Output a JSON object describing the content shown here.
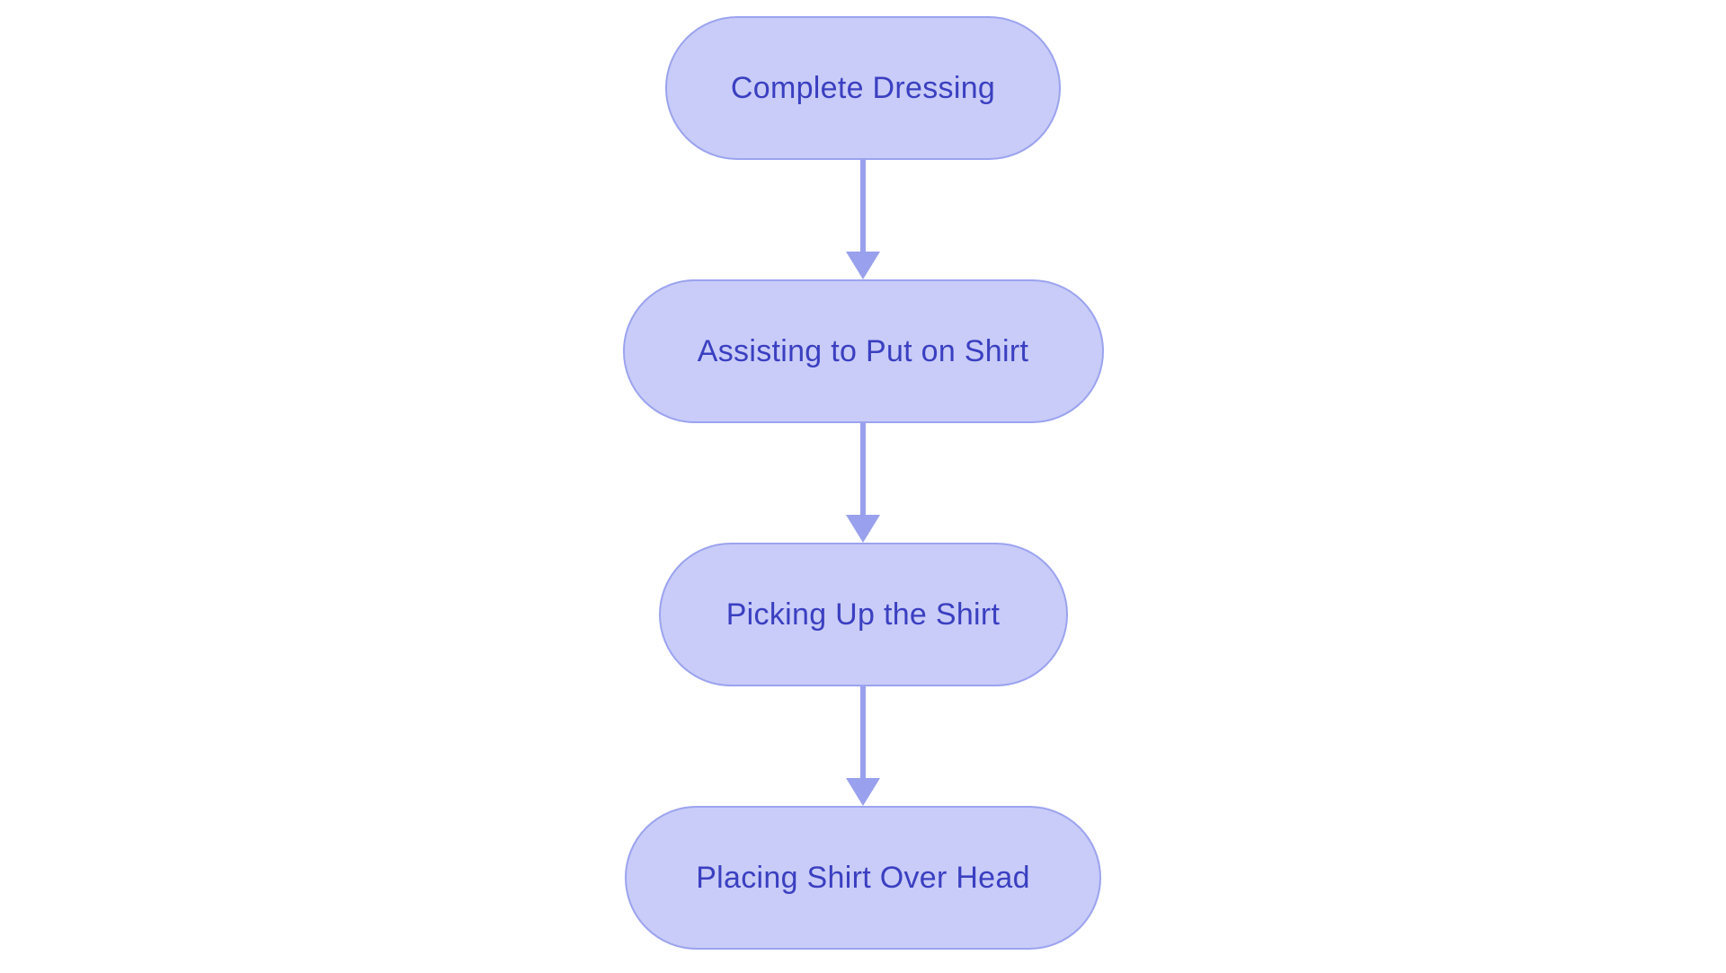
{
  "diagram": {
    "type": "flowchart",
    "direction": "top-down",
    "background": "#ffffff",
    "nodes": [
      {
        "id": 1,
        "label": "Complete Dressing",
        "shape": "rounded-pill"
      },
      {
        "id": 2,
        "label": "Assisting to Put on Shirt",
        "shape": "rounded-pill"
      },
      {
        "id": 3,
        "label": "Picking Up the Shirt",
        "shape": "rounded-pill"
      },
      {
        "id": 4,
        "label": "Placing Shirt Over Head",
        "shape": "rounded-pill"
      }
    ],
    "edges": [
      {
        "from": 1,
        "to": 2,
        "style": "solid-arrow-down"
      },
      {
        "from": 2,
        "to": 3,
        "style": "solid-arrow-down"
      },
      {
        "from": 3,
        "to": 4,
        "style": "solid-arrow-down"
      }
    ],
    "colors": {
      "node_fill": "#c9ccf8",
      "node_border": "#9ba3ef",
      "node_text": "#3a3fc1",
      "arrow": "#99a0ed",
      "background": "#ffffff"
    }
  }
}
